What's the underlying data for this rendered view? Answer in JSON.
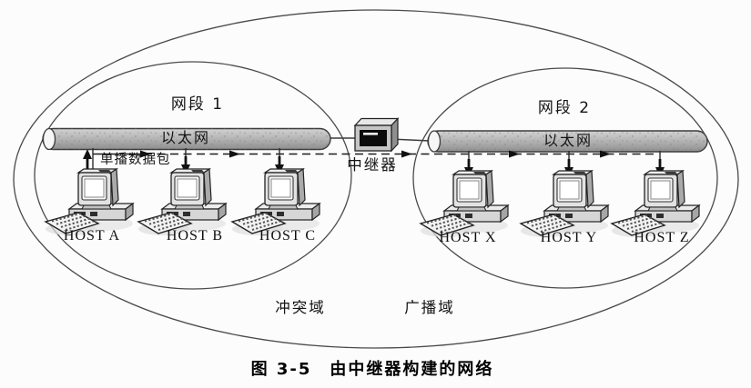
{
  "figure": {
    "caption": "图 3-5　由中继器构建的网络",
    "segment1": {
      "label": "网段 1",
      "cable_label": "以太网",
      "hosts": [
        "HOST A",
        "HOST B",
        "HOST C"
      ]
    },
    "segment2": {
      "label": "网段 2",
      "cable_label": "以太网",
      "hosts": [
        "HOST X",
        "HOST Y",
        "HOST Z"
      ]
    },
    "repeater_label": "中继器",
    "unicast_packet_label": "单播数据包",
    "collision_domain_label": "冲突域",
    "broadcast_domain_label": "广播域",
    "colors": {
      "background": "#fcfcfc",
      "line": "#3c3c3c",
      "cable_fill": "#b5b5b5",
      "arrow": "#111111",
      "text": "#1b1b1b"
    }
  }
}
